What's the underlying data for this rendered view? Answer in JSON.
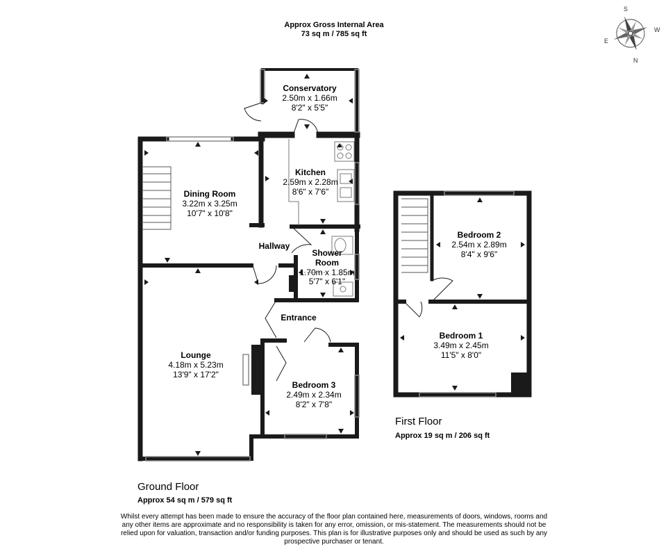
{
  "header": {
    "title": "Approx Gross Internal Area",
    "area": "73 sq m / 785 sq ft"
  },
  "compass": {
    "s": "S",
    "e": "E",
    "w": "W",
    "n": "N"
  },
  "rooms": {
    "conservatory": {
      "name": "Conservatory",
      "metric": "2.50m x 1.66m",
      "imperial": "8'2\" x 5'5\""
    },
    "kitchen": {
      "name": "Kitchen",
      "metric": "2.59m x 2.28m",
      "imperial": "8'6\" x 7'6\""
    },
    "dining": {
      "name": "Dining Room",
      "metric": "3.22m x 3.25m",
      "imperial": "10'7\" x 10'8\""
    },
    "hallway": {
      "name": "Hallway"
    },
    "shower": {
      "name1": "Shower",
      "name2": "Room",
      "metric": "1.70m x 1.85m",
      "imperial": "5'7\" x 6'1\""
    },
    "entrance": {
      "name": "Entrance"
    },
    "lounge": {
      "name": "Lounge",
      "metric": "4.18m x 5.23m",
      "imperial": "13'9\" x 17'2\""
    },
    "bedroom3": {
      "name": "Bedroom 3",
      "metric": "2.49m x 2.34m",
      "imperial": "8'2\" x 7'8\""
    },
    "bedroom2": {
      "name": "Bedroom 2",
      "metric": "2.54m x 2.89m",
      "imperial": "8'4\" x 9'6\""
    },
    "bedroom1": {
      "name": "Bedroom 1",
      "metric": "3.49m x 2.45m",
      "imperial": "11'5\" x 8'0\""
    }
  },
  "floors": {
    "ground": {
      "title": "Ground Floor",
      "area": "Approx 54 sq m / 579 sq ft"
    },
    "first": {
      "title": "First Floor",
      "area": "Approx 19 sq m / 206 sq ft"
    }
  },
  "disclaimer": "Whilst every attempt has been made to ensure the accuracy of the floor plan contained here, measurements of doors, windows, rooms and any other items are approximate and no responsibility is taken for any error, omission, or mis-statement. The measurements should not be relied upon for valuation, transaction and/or funding purposes. This plan is for illustrative purposes only and should be used as such by any prospective purchaser or tenant.",
  "colors": {
    "wall": "#1a1a1a",
    "window": "#888888"
  }
}
